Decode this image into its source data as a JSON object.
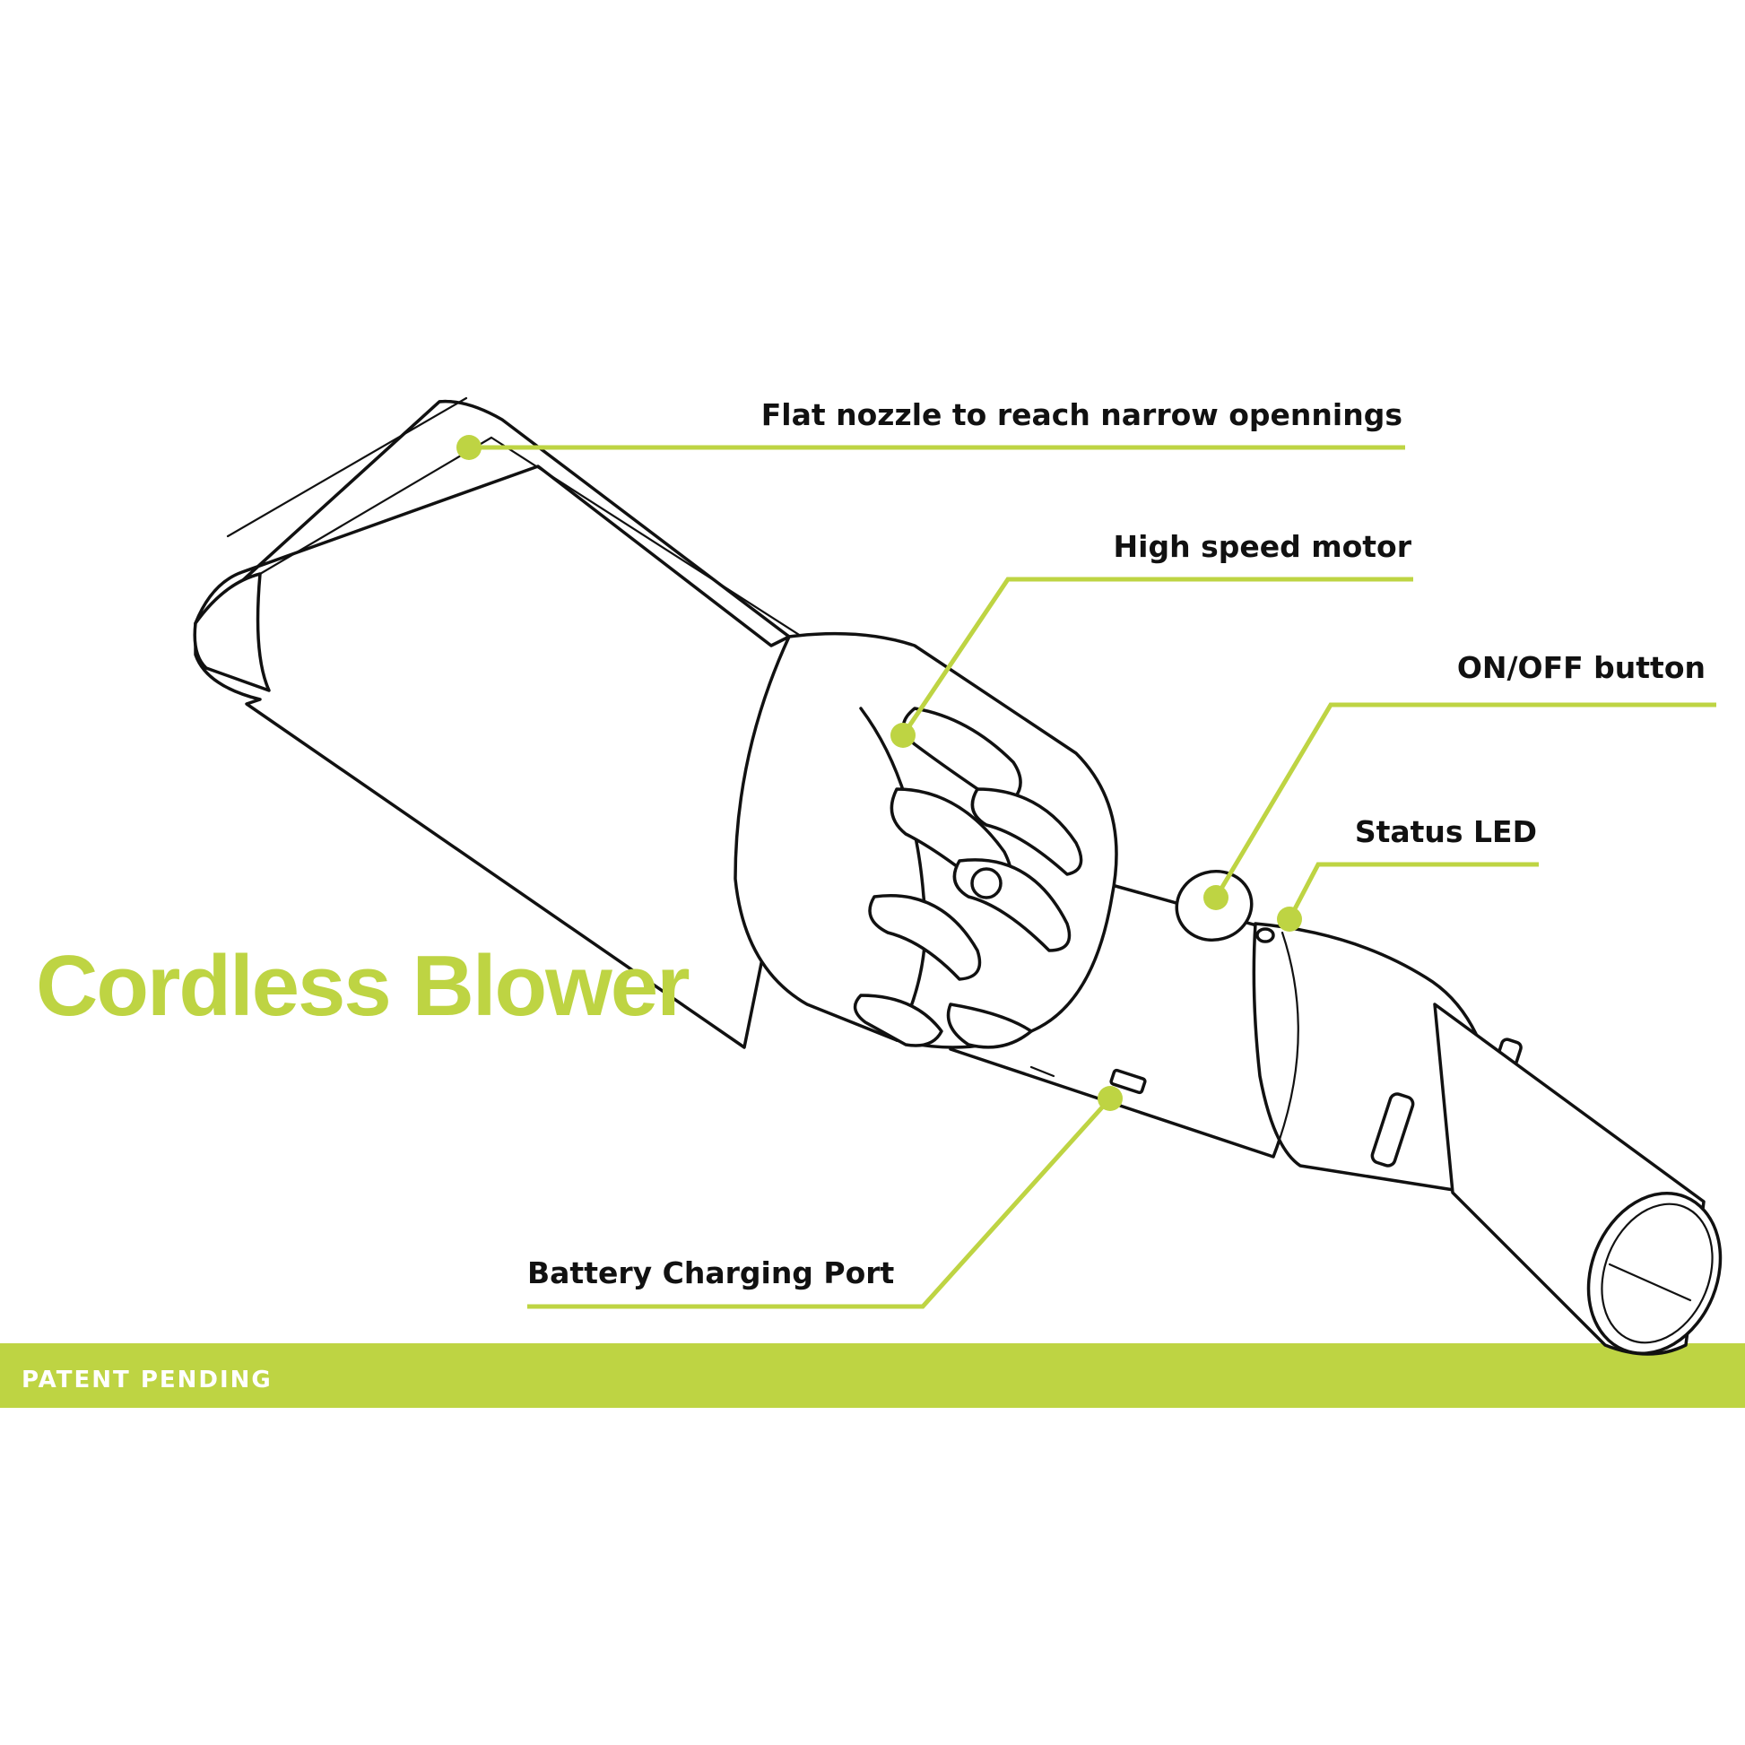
{
  "title": "Cordless Blower",
  "banner": "PATENT PENDING",
  "colors": {
    "accent": "#bed443",
    "text": "#111111",
    "background": "#ffffff"
  },
  "callouts": {
    "nozzle": "Flat nozzle to reach narrow opennings",
    "motor": "High speed motor",
    "button": "ON/OFF button",
    "led": "Status LED",
    "port": "Battery Charging Port"
  }
}
